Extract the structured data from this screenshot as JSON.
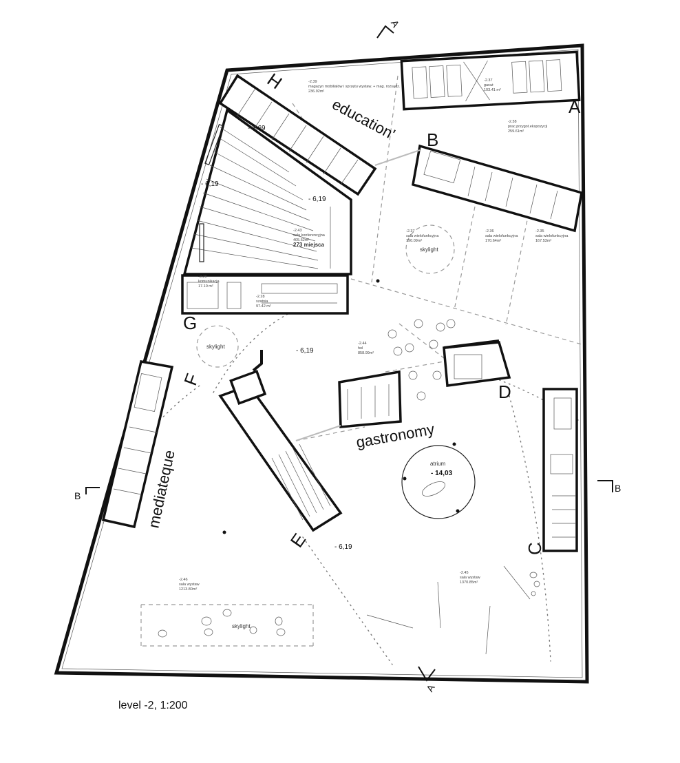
{
  "caption": "level -2, 1:200",
  "zones": {
    "education": "education'",
    "gastronomy": "gastronomy",
    "mediateque": "mediateque"
  },
  "core_letters": {
    "A": "A",
    "B": "B",
    "C": "C",
    "D": "D",
    "E": "E",
    "F": "F",
    "G": "G",
    "H": "H"
  },
  "section_marks": {
    "a_top": "A",
    "a_bottom": "A",
    "b_left": "B",
    "b_right": "B"
  },
  "spots": {
    "skylight_1": "skylight",
    "skylight_2": "skylight",
    "skylight_3": "skylight",
    "atrium": "atrium",
    "seats": "273 miejsca"
  },
  "levels": {
    "l_369": "- 3,69",
    "l_619_a": "- 6,19",
    "l_619_b": "- 6,19",
    "l_619_c": "- 6,19",
    "l_619_d": "- 6,19",
    "l_1403": "- 14,03"
  },
  "rooms": {
    "r_239": "-2.39",
    "r_239_name": "magazyn mobilialów i sprzętu wystaw. + mag. rozsądz.",
    "r_239_area": "236.92m²",
    "r_237g": "-2.37",
    "r_237g_name": "garaż",
    "r_237g_area": "103.41 m²",
    "r_238": "-2.38",
    "r_238_name": "prac.przygot.ekspozycji",
    "r_238_area": "259.61m²",
    "r_237": "-2.37",
    "r_237_name": "sala wielofunkcyjna",
    "r_237_area": "190.09m²",
    "r_236": "-2.36",
    "r_236_name": "sala wielofunkcyjna",
    "r_236_area": "170.64m²",
    "r_235": "-2.35",
    "r_235_name": "sala wielofunkcyjna",
    "r_235_area": "167.53m²",
    "r_243": "-2.43",
    "r_243_name": "sala konferencyjna",
    "r_243_area": "405.62m²",
    "r_229": "-2.29",
    "r_229_name": "komunikacja",
    "r_229_area": "17.10 m²",
    "r_228": "-2.28",
    "r_228_name": "szatnia",
    "r_228_area": "97.42 m²",
    "r_244": "-2.44",
    "r_244_name": "hol",
    "r_244_area": "858.99m²",
    "r_246": "-2.46",
    "r_246_name": "sala wystaw",
    "r_246_area": "1213.80m²",
    "r_245": "-2.45",
    "r_245_name": "sala wystaw",
    "r_245_area": "1370.85m²"
  }
}
